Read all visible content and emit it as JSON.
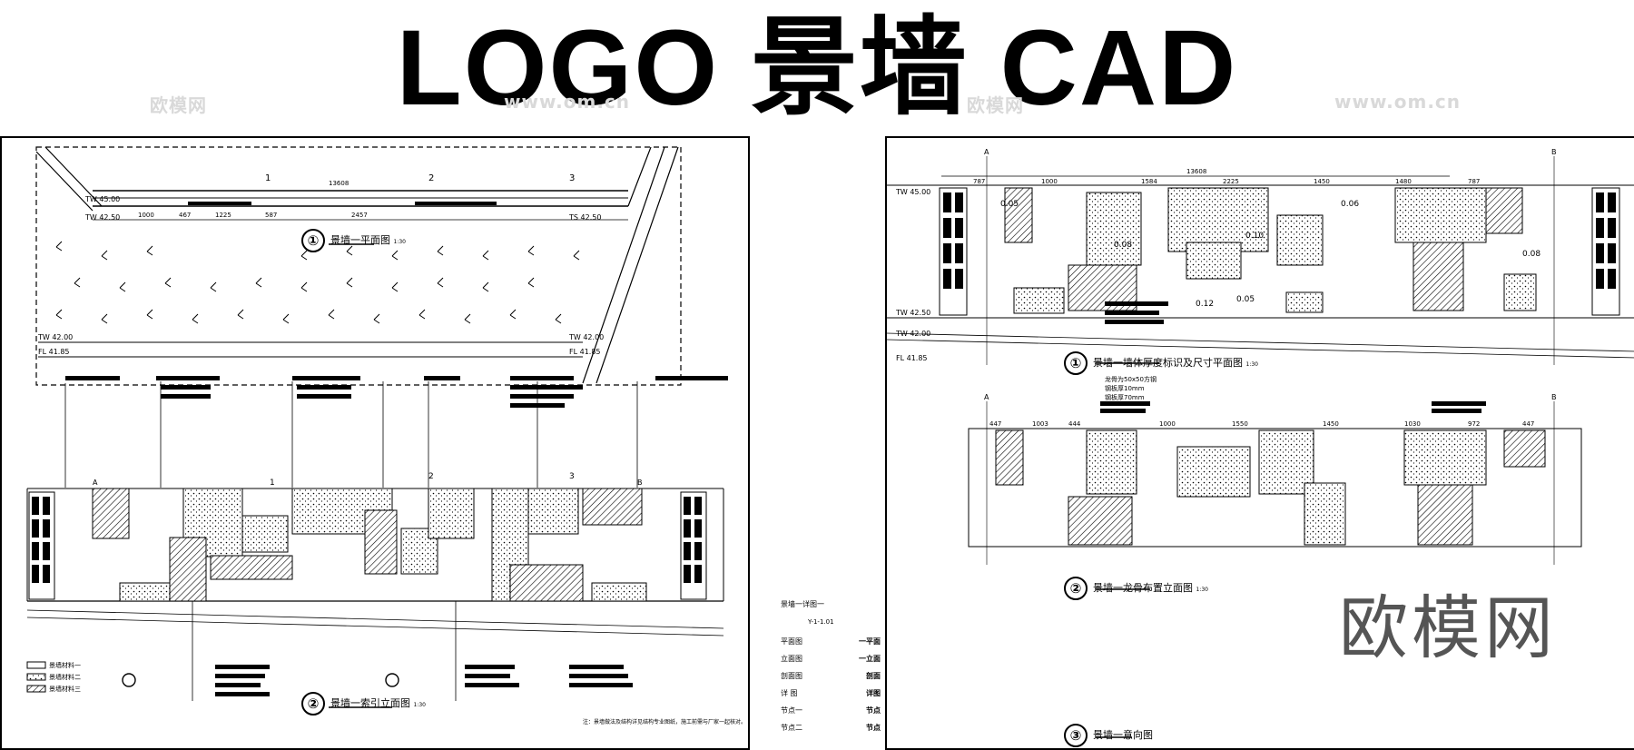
{
  "title": "LOGO 景墙 CAD",
  "watermark": {
    "small": "www.om.cn",
    "cn": "欧模网",
    "big": "欧模网"
  },
  "left_sheet": {
    "plan_caption": {
      "num": "①",
      "text": "景墙一平面图",
      "scale": "1:30"
    },
    "elev_caption": {
      "num": "②",
      "text": "景墙一索引立面图",
      "scale": "1:30"
    },
    "levels": [
      "TW 45.00",
      "TW 42.50",
      "TW 42.00",
      "FL 41.85",
      "TS 42.50"
    ],
    "dims": [
      "1000",
      "467",
      "1225",
      "587",
      "2457",
      "13608"
    ],
    "index_marks": [
      "1",
      "2",
      "3"
    ],
    "axes": [
      "A",
      "B"
    ],
    "legend": [
      "景墙材料一",
      "景墙材料二",
      "景墙材料三"
    ],
    "footnote": "注：景墙做法及结构详见结构专业图纸，施工前需与厂家一起核对。"
  },
  "detail_index": {
    "title": "景墙一详图一",
    "code": "Y-1-1.01",
    "rows": [
      {
        "label": "平面图",
        "value": "一平面"
      },
      {
        "label": "立面图",
        "value": "一立面"
      },
      {
        "label": "剖面图",
        "value": "剖面"
      },
      {
        "label": "详 图",
        "value": "详图"
      },
      {
        "label": "节点一",
        "value": "节点"
      },
      {
        "label": "节点二",
        "value": "节点"
      }
    ]
  },
  "right_sheet": {
    "top_caption": {
      "num": "①",
      "text": "景墙一墙体厚度标识及尺寸平面图",
      "scale": "1:30"
    },
    "mid_caption": {
      "num": "②",
      "text": "景墙一龙骨布置立面图",
      "scale": "1:30"
    },
    "bot_caption": {
      "num": "③",
      "text": "景墙一意向图"
    },
    "levels": [
      "TW 45.00",
      "TW 42.50",
      "TW 42.00",
      "FL 41.85"
    ],
    "thickness": [
      "0.05",
      "0.08",
      "0.06",
      "0.10",
      "0.12",
      "0.05",
      "0.08"
    ],
    "dims_top": [
      "13608",
      "787",
      "1000",
      "1584",
      "2225",
      "1450",
      "1480",
      "787"
    ],
    "dims_mid": [
      "447",
      "1003",
      "444",
      "1000",
      "1550",
      "1450",
      "1030",
      "972",
      "447"
    ],
    "notes": [
      "龙骨为50x50方钢",
      "钢板厚10mm",
      "钢板厚70mm"
    ],
    "axes": [
      "A",
      "B"
    ]
  }
}
